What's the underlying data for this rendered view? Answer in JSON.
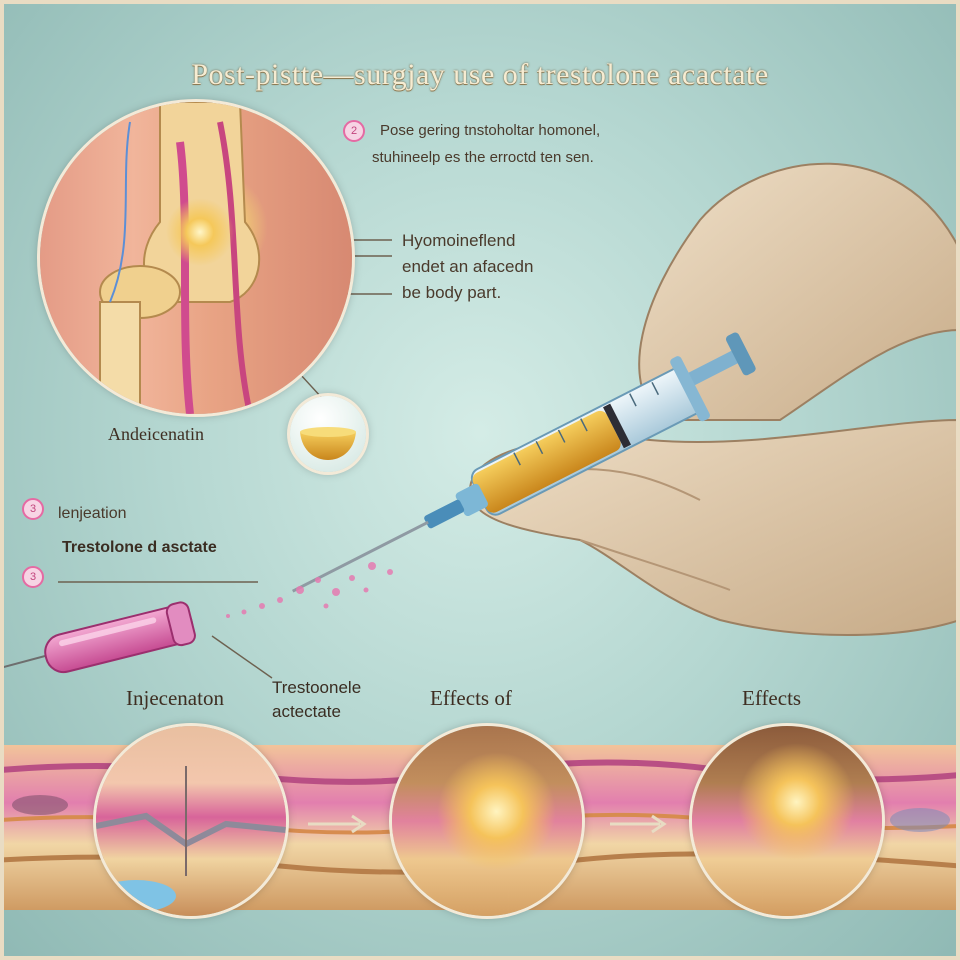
{
  "title": "Post-pistte—surgjay use of trestolone acactate",
  "callout_top": {
    "number": "2",
    "line1": "Pose gering tnstoholtar homonel,",
    "line2": "stuhineelp es the erroctd ten sen."
  },
  "callout_middle": {
    "line1": "Hyomoineflend",
    "line2": "endet an afacedn",
    "line3": "be body part."
  },
  "label_vial": "Andeicenatin",
  "callout_injection": {
    "number": "3",
    "line1": "lenjeation",
    "line2": "Trestolone d asctate"
  },
  "marker_4": "3",
  "label_injection_bottom": "Injecenaton",
  "label_drug_bottom": {
    "line1": "Trestoonele",
    "line2": "actectate"
  },
  "label_effects_1": "Effects of",
  "label_effects_2": "Effects",
  "colors": {
    "background": "#b5d7d1",
    "title": "#f6ecd2",
    "accent_pink": "#e56aa3",
    "serum_amber": "#e3a72c",
    "glove": "#e7d3b8"
  }
}
